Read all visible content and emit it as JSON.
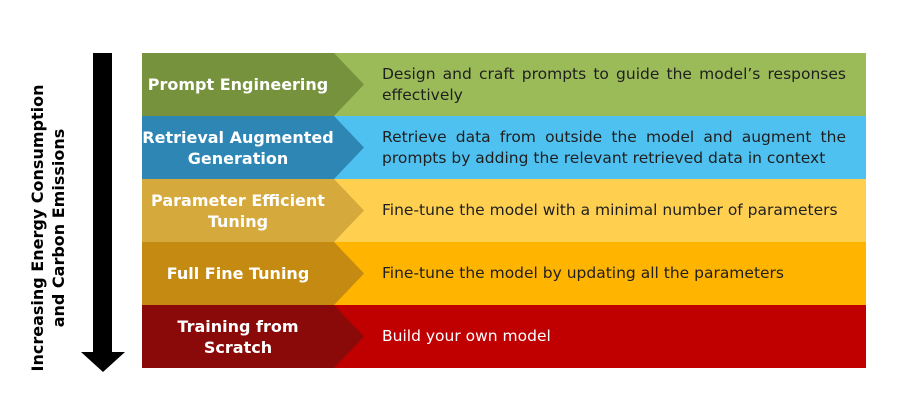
{
  "axis": {
    "line1": "Increasing Energy Consumption",
    "line2": "and Carbon Emissions"
  },
  "rows": [
    {
      "label": "Prompt Engineering",
      "description": "Design and craft prompts to guide the model’s responses effectively",
      "band_color": "#9bbb59",
      "chevron_color": "#76923c"
    },
    {
      "label": "Retrieval Augmented Generation",
      "description": "Retrieve data from outside the model and augment the prompts by adding the relevant retrieved data in context",
      "band_color": "#4fc1f0",
      "chevron_color": "#2e86b5"
    },
    {
      "label": "Parameter Efficient Tuning",
      "description": "Fine-tune the model with a minimal number of parameters",
      "band_color": "#ffd04f",
      "chevron_color": "#d5a93c"
    },
    {
      "label": "Full Fine Tuning",
      "description": "Fine-tune the model by updating all the parameters",
      "band_color": "#ffb400",
      "chevron_color": "#c48a12"
    },
    {
      "label": "Training from Scratch",
      "description": "Build your own model",
      "band_color": "#c00000",
      "chevron_color": "#8a0a0a"
    }
  ]
}
